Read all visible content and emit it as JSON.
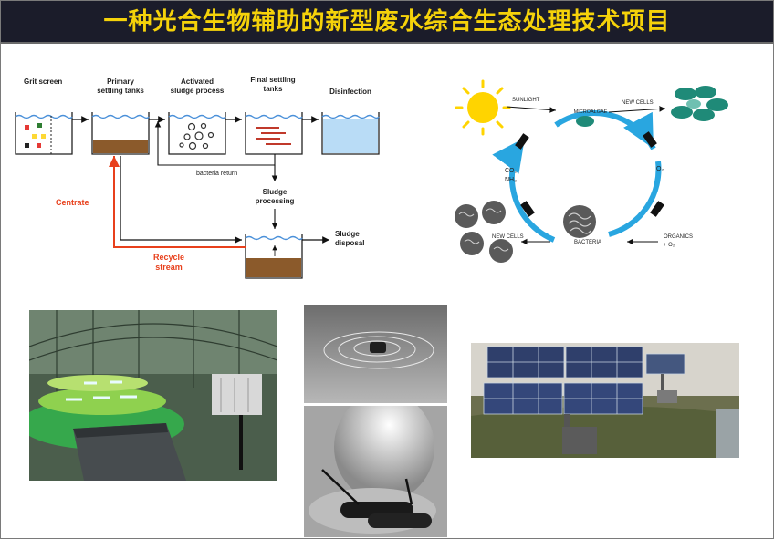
{
  "title": "一种光合生物辅助的新型废水综合生态处理技术项目",
  "process": {
    "stage_grit": "Grit screen",
    "stage_primary_1": "Primary",
    "stage_primary_2": "settling tanks",
    "stage_activated_1": "Activated",
    "stage_activated_2": "sludge process",
    "stage_final_1": "Final settling",
    "stage_final_2": "tanks",
    "stage_disinfection": "Disinfection",
    "bacteria_return": "bacteria return",
    "sludge_processing_1": "Sludge",
    "sludge_processing_2": "processing",
    "centrate": "Centrate",
    "sludge_disposal_1": "Sludge",
    "sludge_disposal_2": "disposal",
    "recycle_1": "Recycle",
    "recycle_2": "stream",
    "colors": {
      "water": "#4a90d9",
      "sludge": "#8b5a2b",
      "recycle": "#e8401c",
      "disinfection": "#b9dcf6"
    }
  },
  "cycle": {
    "sunlight": "SUNLIGHT",
    "microalgae": "MICROALGAE",
    "new_cells_top": "NEW CELLS",
    "o2": "O₂",
    "co2": "CO₂",
    "nh3": "NH₃",
    "organics_1": "ORGANICS",
    "organics_2": "+ O₂",
    "bacteria": "BACTERIA",
    "new_cells_bottom": "NEW CELLS",
    "colors": {
      "ring": "#29a6e0",
      "sun": "#ffd400",
      "algae": "#1f8a78"
    }
  }
}
